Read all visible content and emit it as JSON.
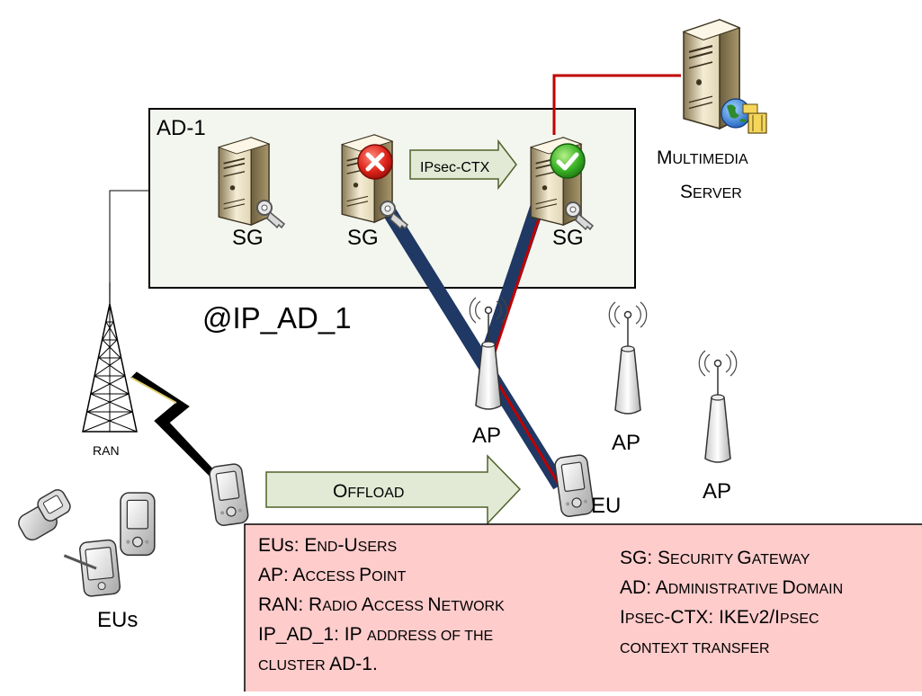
{
  "domain_box_label": "AD-1",
  "domain_ip_label": "@IP_AD_1",
  "gateways": [
    {
      "label": "SG",
      "state": "idle"
    },
    {
      "label": "SG",
      "state": "failed",
      "status_icon": "red-x-icon"
    },
    {
      "label": "SG",
      "state": "active",
      "status_icon": "green-check-icon"
    }
  ],
  "transfer_arrow_label": "IPsec-CTX",
  "multimedia_server": {
    "line1_first": "M",
    "line1_rest": "ULTIMEDIA",
    "line2_first": "S",
    "line2_rest": "ERVER"
  },
  "access_points": [
    {
      "label": "AP"
    },
    {
      "label": "AP"
    },
    {
      "label": "AP"
    }
  ],
  "ran_label": "RAN",
  "offload_arrow": {
    "first": "O",
    "rest": "FFLOAD"
  },
  "eu_label": "EU",
  "eus_label": "EUs",
  "colors": {
    "tunnel_blue": "#1f3864",
    "media_red": "#c00000",
    "legend_bg": "#ffcccc",
    "arrow_fill": "#e2ead6",
    "arrow_stroke": "#4f6228",
    "domain_bg": "#f3f5ef"
  },
  "legend": {
    "left": [
      {
        "key": "EUs",
        "sep": ": ",
        "parts": [
          [
            "E",
            "ND"
          ],
          [
            "-U",
            "SERS"
          ]
        ]
      },
      {
        "key": "AP",
        "sep": ":   ",
        "parts": [
          [
            "A",
            "CCESS "
          ],
          [
            "P",
            "OINT"
          ]
        ]
      },
      {
        "key": "RAN",
        "sep": ": ",
        "parts": [
          [
            "R",
            "ADIO "
          ],
          [
            "A",
            "CCESS "
          ],
          [
            "N",
            "ETWORK"
          ]
        ]
      },
      {
        "key": "IP_AD_1",
        "sep": ": ",
        "parts": [
          [
            "IP ",
            "ADDRESS OF THE"
          ]
        ]
      },
      {
        "key": "",
        "sep": "",
        "parts": [
          [
            "",
            "CLUSTER "
          ],
          [
            "AD-1.",
            ""
          ]
        ]
      }
    ],
    "right": [
      {
        "key": "SG",
        "sep": ": ",
        "parts": [
          [
            "S",
            "ECURITY "
          ],
          [
            "G",
            "ATEWAY"
          ]
        ]
      },
      {
        "key": "AD",
        "sep": ": ",
        "parts": [
          [
            "A",
            "DMINISTRATIVE "
          ],
          [
            "D",
            "OMAIN"
          ]
        ]
      },
      {
        "key": "I",
        "key_small": "PSEC",
        "sep": "-CTX: ",
        "parts": [
          [
            "IKE",
            "V"
          ],
          [
            "2/I",
            "PSEC"
          ]
        ]
      },
      {
        "key": "",
        "sep": "",
        "parts": [
          [
            "",
            "CONTEXT TRANSFER"
          ]
        ]
      }
    ]
  }
}
